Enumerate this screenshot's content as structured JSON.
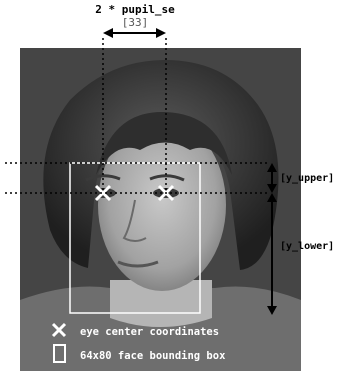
{
  "annotations": {
    "pupil_label": "2 * pupil_se",
    "pupil_value": "[33]",
    "y_upper_label": "[y_upper]",
    "y_lower_label": "[y_lower]"
  },
  "legend": {
    "eye_center": "eye center coordinates",
    "bounding_box": "64x80 face bounding box"
  },
  "colors": {
    "photo_background": "#454545",
    "markers": "#ffffff",
    "arrows": "#000000"
  },
  "icons": {
    "eye_marker": "cross-icon",
    "box_marker": "rectangle-icon"
  }
}
